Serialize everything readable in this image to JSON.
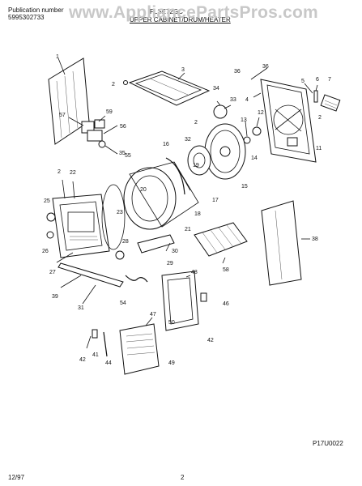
{
  "header": {
    "publication_label": "Publication number",
    "publication_number": "5995302733",
    "model": "FLSE72GC",
    "section_title": "UPPER CABINET/DRUM/HEATER"
  },
  "watermark": "www.AppliancePartsPros.com",
  "callouts": {
    "c1": "1",
    "c2a": "2",
    "c3": "3",
    "c4": "4",
    "c5": "5",
    "c6": "6",
    "c7": "7",
    "c2b": "2",
    "c11": "11",
    "c12": "12",
    "c13": "13",
    "c14": "14",
    "c15": "15",
    "c16": "16",
    "c17": "17",
    "c18": "18",
    "c19": "19",
    "c20": "20",
    "c21": "21",
    "c2c": "2",
    "c22": "22",
    "c23": "23",
    "c25": "25",
    "c26": "26",
    "c27": "27",
    "c28": "28",
    "c29": "29",
    "c30": "30",
    "c31": "31",
    "c32": "32",
    "c33": "33",
    "c34": "34",
    "c35": "35",
    "c36a": "36",
    "c36b": "36",
    "c38": "38",
    "c39": "39",
    "c41": "41",
    "c42a": "42",
    "c42b": "42",
    "c44": "44",
    "c46": "46",
    "c47": "47",
    "c48": "48",
    "c49": "49",
    "c50": "50",
    "c54": "54",
    "c55": "55",
    "c56": "56",
    "c57": "57",
    "c58": "58",
    "c59": "59",
    "c2d": "2"
  },
  "footer": {
    "diagram_code": "P17U0022",
    "date": "12/97",
    "page": "2"
  }
}
